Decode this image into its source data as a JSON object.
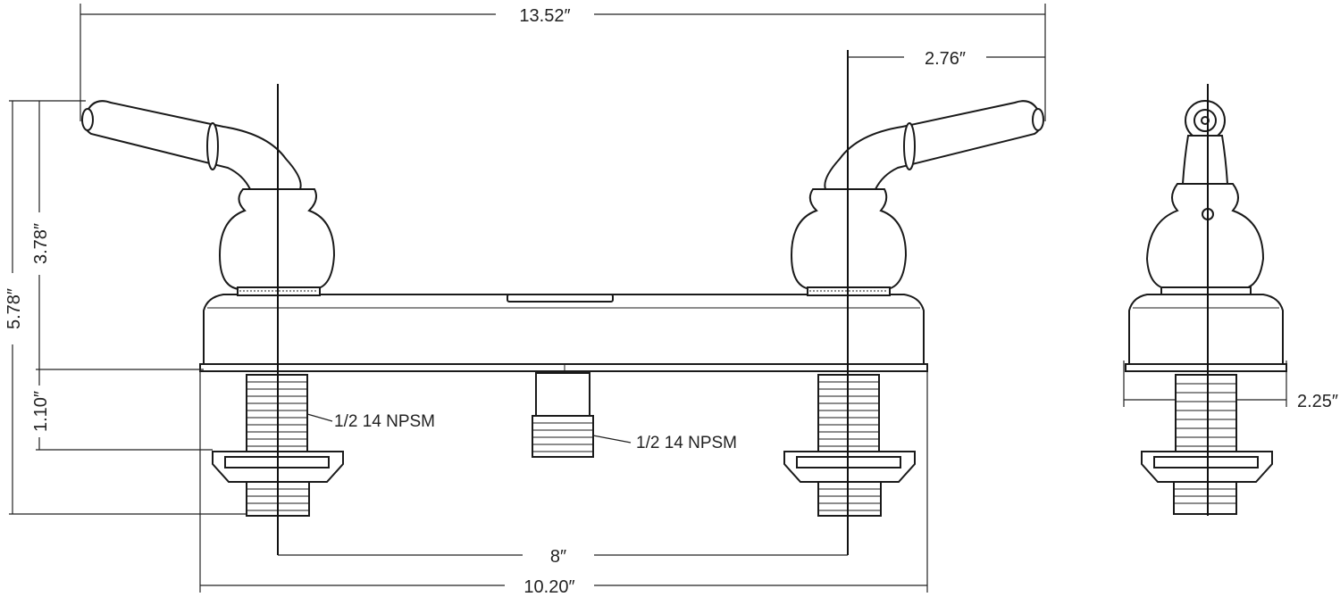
{
  "dimensions": {
    "overall_width": "13.52″",
    "handle_offset": "2.76″",
    "handle_height": "3.78″",
    "total_height": "5.78″",
    "shank_length": "1.10″",
    "center_spacing": "8″",
    "base_width": "10.20″",
    "depth": "2.25″"
  },
  "callouts": {
    "left_shank": "1/2 14 NPSM",
    "spout_outlet": "1/2 14 NPSM"
  },
  "colors": {
    "line": "#1a1a1a",
    "text": "#222222",
    "background": "#ffffff"
  }
}
